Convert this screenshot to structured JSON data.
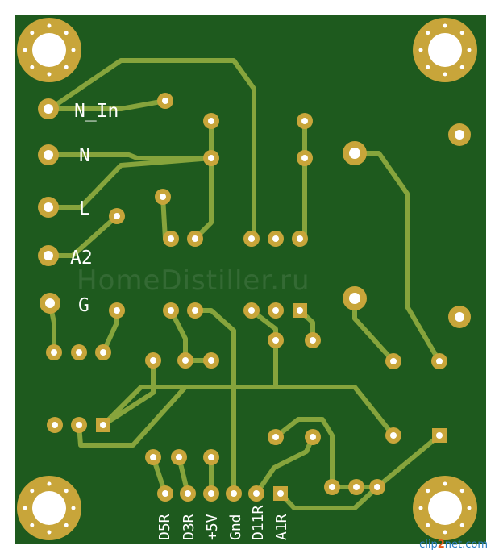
{
  "board": {
    "colors": {
      "substrate": "#1e5a1e",
      "trace": "#86a43c",
      "pad": "#c8a53a",
      "hole": "#ffffff",
      "silkscreen": "#ffffff"
    },
    "labels_left": [
      "N_In",
      "N",
      "L",
      "A2",
      "G"
    ],
    "labels_bottom": [
      "D5R",
      "D3R",
      "+5V",
      "Gnd",
      "D11R",
      "A1R"
    ],
    "watermark": "HomeDistiller.ru"
  },
  "footer": {
    "brand_pre": "clip",
    "brand_num": "2",
    "brand_post": "net.com"
  }
}
